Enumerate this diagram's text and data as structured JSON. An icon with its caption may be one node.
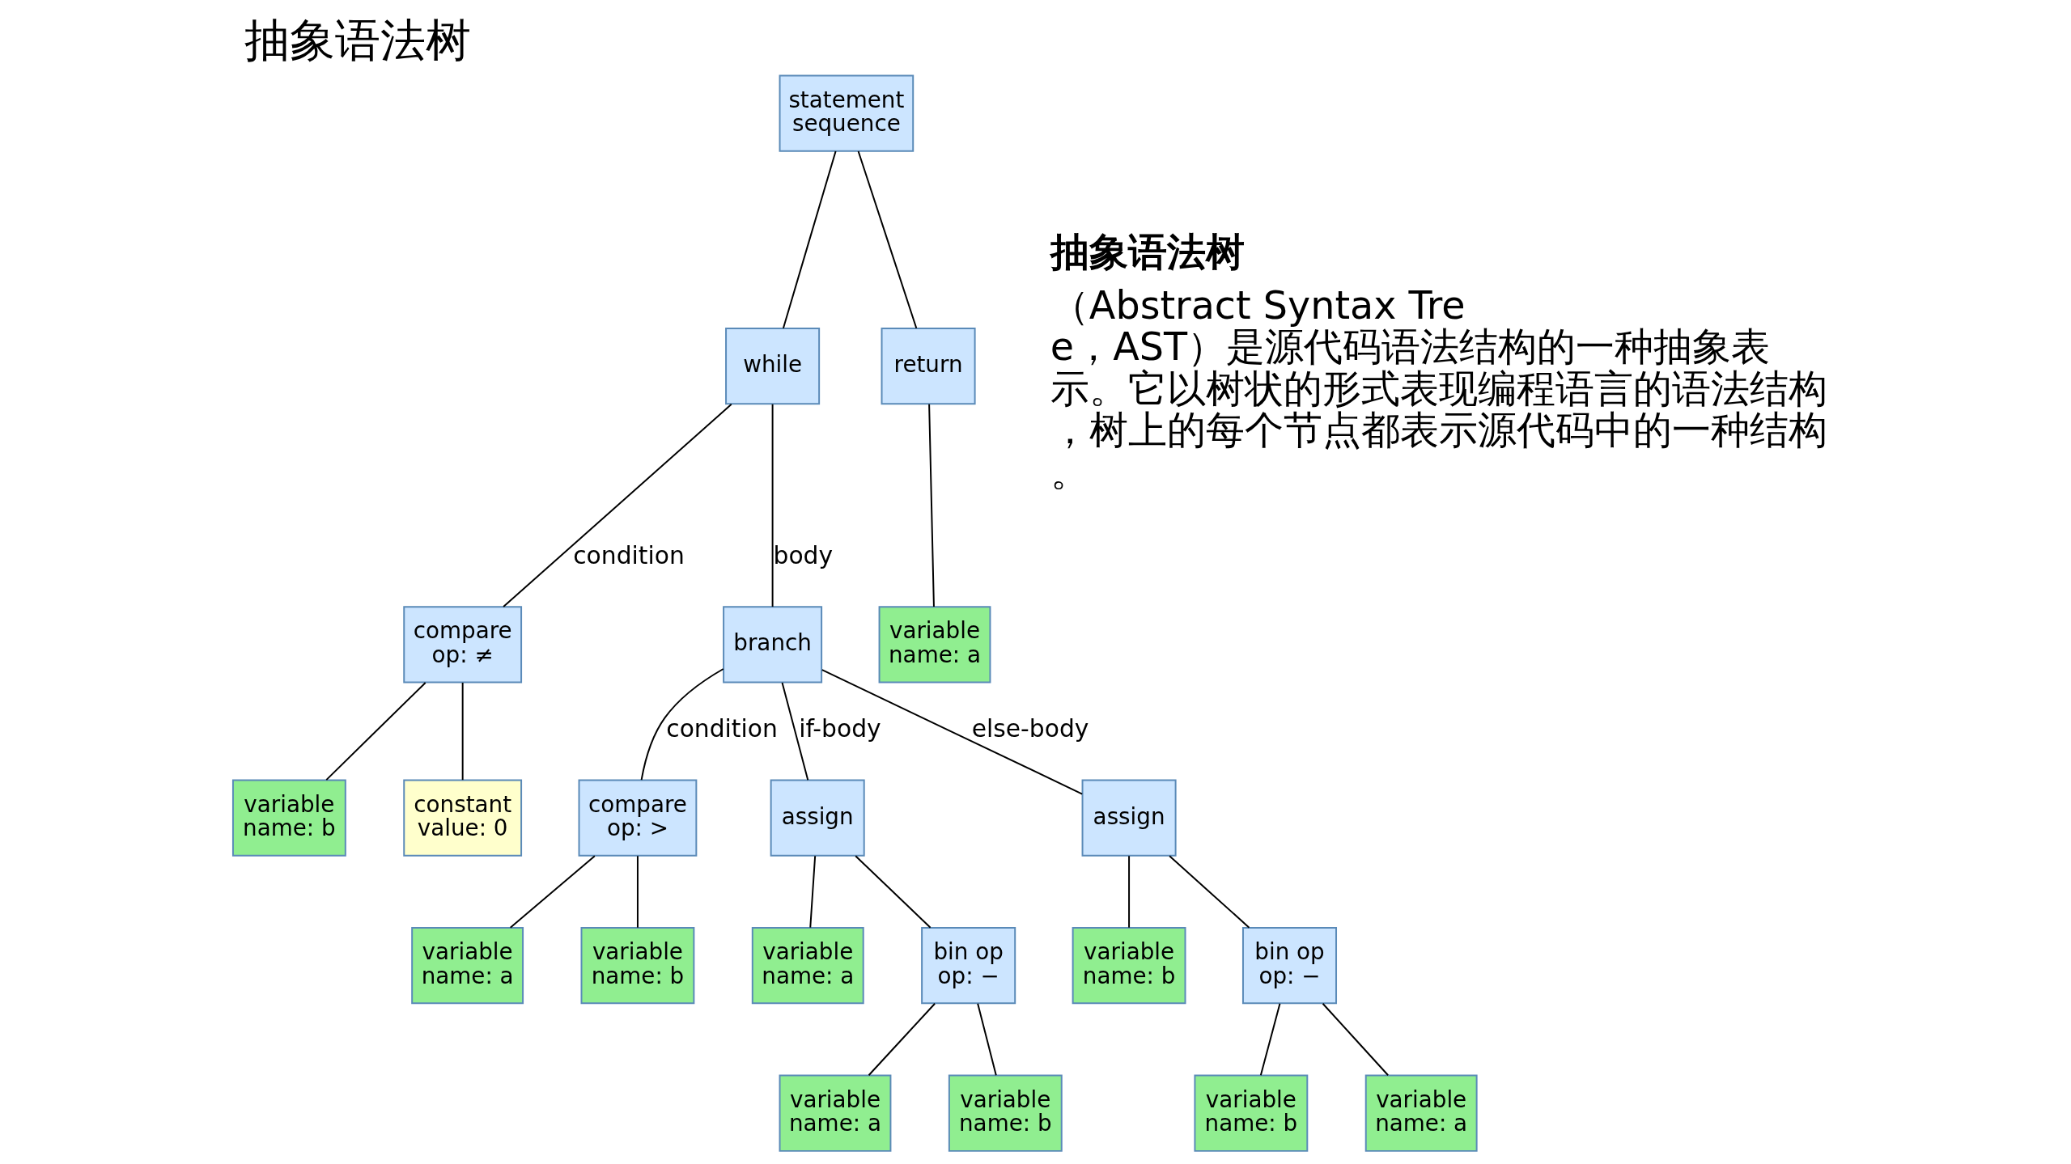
{
  "diagram": {
    "title": "抽象语法树",
    "nodes": [
      {
        "text": [
          "statement sequence"
        ]
      },
      {
        "text": [
          "while"
        ]
      },
      {
        "text": [
          "return"
        ]
      },
      {
        "text": [
          "compare op: ≠"
        ]
      },
      {
        "text": [
          "branch"
        ]
      },
      {
        "text": [
          "variable name: a"
        ]
      },
      {
        "text": [
          "variable name: b"
        ]
      },
      {
        "text": [
          "constant value: 0"
        ]
      },
      {
        "text": [
          "compare op: >"
        ]
      },
      {
        "text": [
          "assign"
        ]
      },
      {
        "text": [
          "assign"
        ]
      },
      {
        "text": [
          "variable name: a"
        ]
      },
      {
        "text": [
          "variable name: b"
        ]
      },
      {
        "text": [
          "variable name: a"
        ]
      },
      {
        "text": [
          "bin op op: −"
        ]
      },
      {
        "text": [
          "variable name: b"
        ]
      },
      {
        "text": [
          "bin op op: −"
        ]
      },
      {
        "text": [
          "variable name: a"
        ]
      },
      {
        "text": [
          "variable name: b"
        ]
      },
      {
        "text": [
          "variable name: b"
        ]
      },
      {
        "text": [
          "variable name: a"
        ]
      }
    ],
    "edges": [
      {
        "from": 0,
        "to": 1,
        "arrow": "none"
      },
      {
        "from": 0,
        "to": 2,
        "arrow": "none"
      },
      {
        "from": 1,
        "to": 3,
        "arrow": "none",
        "label": "condition"
      },
      {
        "from": 1,
        "to": 4,
        "arrow": "none",
        "label": "body"
      },
      {
        "from": 2,
        "to": 5,
        "arrow": "none"
      },
      {
        "from": 3,
        "to": 6,
        "arrow": "none"
      },
      {
        "from": 3,
        "to": 7,
        "arrow": "none"
      },
      {
        "from": 4,
        "to": 8,
        "arrow": "none",
        "label": "condition"
      },
      {
        "from": 4,
        "to": 9,
        "arrow": "none",
        "label": "if-body"
      },
      {
        "from": 4,
        "to": 10,
        "arrow": "none",
        "label": "else-body"
      },
      {
        "from": 8,
        "to": 11,
        "arrow": "none"
      },
      {
        "from": 8,
        "to": 12,
        "arrow": "none"
      },
      {
        "from": 9,
        "to": 13,
        "arrow": "none"
      },
      {
        "from": 9,
        "to": 14,
        "arrow": "none"
      },
      {
        "from": 10,
        "to": 15,
        "arrow": "none"
      },
      {
        "from": 10,
        "to": 16,
        "arrow": "none"
      },
      {
        "from": 14,
        "to": 17,
        "arrow": "none"
      },
      {
        "from": 14,
        "to": 18,
        "arrow": "none"
      },
      {
        "from": 16,
        "to": 19,
        "arrow": "none"
      },
      {
        "from": 16,
        "to": 20,
        "arrow": "none"
      }
    ],
    "labels": [
      "抽象语法树",
      "（Abstract Syntax Tree，AST）是源代码语法结构的一种抽象表示。它以树状的形式表现编程语言的语法结构，树上的每个节点都表示源代码中的一种结构。"
    ]
  }
}
